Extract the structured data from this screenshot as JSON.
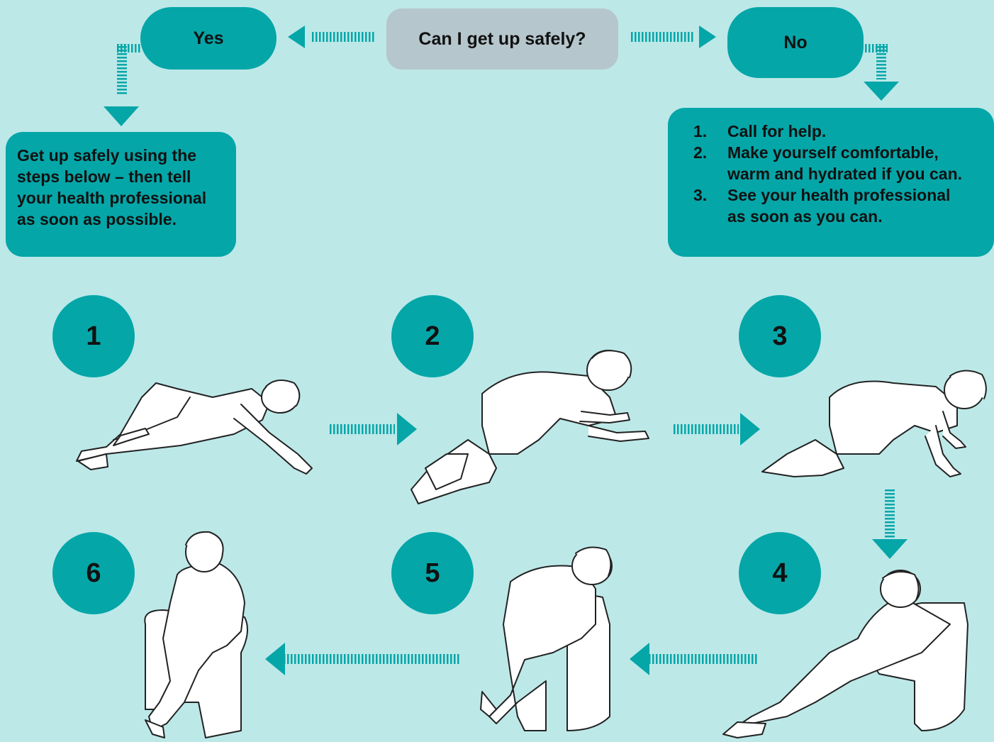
{
  "question": "Can I get up safely?",
  "yes_label": "Yes",
  "no_label": "No",
  "yes_panel": {
    "lines": [
      "Get up safely using the",
      "steps below – then tell",
      "your health professional",
      "as soon as possible."
    ]
  },
  "no_panel": {
    "items": [
      {
        "num": "1.",
        "lines": [
          "Call for help."
        ]
      },
      {
        "num": "2.",
        "lines": [
          "Make yourself comfortable,",
          "warm and hydrated if you can."
        ]
      },
      {
        "num": "3.",
        "lines": [
          "See your health professional",
          "as soon as you can."
        ]
      }
    ]
  },
  "steps": [
    "1",
    "2",
    "3",
    "4",
    "5",
    "6"
  ],
  "colors": {
    "background": "#bde8e8",
    "teal": "#05a6a8",
    "question_box": "#b5c6cc"
  }
}
